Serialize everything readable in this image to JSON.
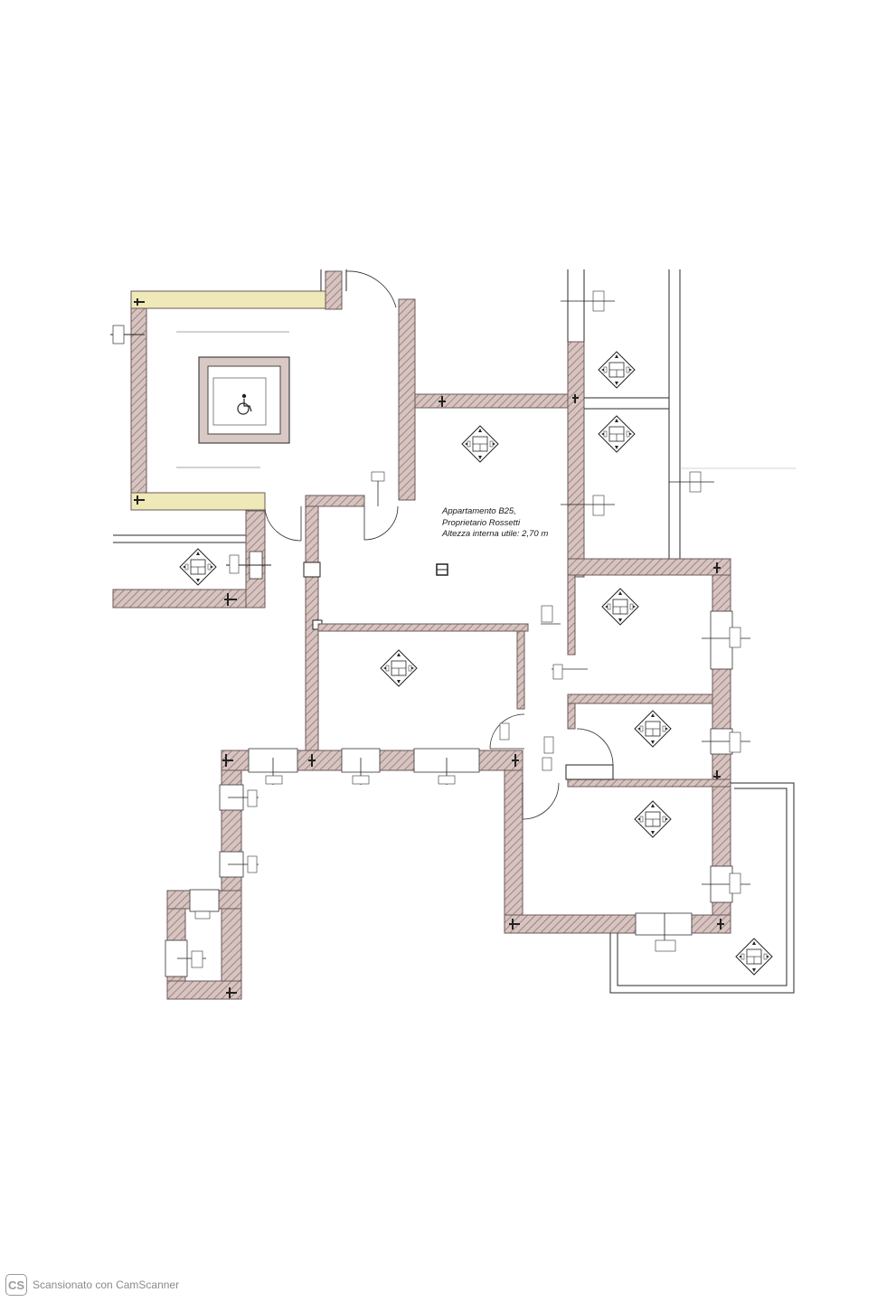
{
  "apartment": {
    "line1": "Appartamento B25,",
    "line2": "Proprietario Rossetti",
    "line3": "Altezza interna utile: 2,70 m"
  },
  "watermark": {
    "logo": "CS",
    "text": "Scansionato con CamScanner"
  },
  "colors": {
    "wall_fill": "#cdb5b1",
    "wall_stroke": "#6b5a58",
    "stair_highlight": "#efe9b8",
    "line": "#2a2a2a"
  },
  "icons": {
    "compass_rose": "room-marker-icon",
    "accessibility": "wheelchair-icon"
  }
}
